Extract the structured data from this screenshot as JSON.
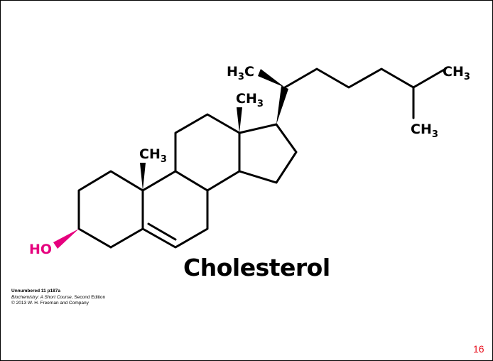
{
  "molecule": {
    "name": "Cholesterol",
    "hydroxyl_label": "HO",
    "methyl_label": "CH",
    "methyl_subscript": "3",
    "methyl_h3c_main": "H",
    "methyl_h3c_sub": "3",
    "methyl_h3c_tail": "C",
    "hydroxyl_color": "#e6007e"
  },
  "credit": {
    "line1": "Unnumbered 11 p187a",
    "line2_italic": "Biochemistry: A Short Course",
    "line2_rest": ", Second Edition",
    "line3": "© 2013 W. H. Freeman and Company"
  },
  "slide": {
    "page_number": "16",
    "page_number_color": "#e8101e"
  }
}
